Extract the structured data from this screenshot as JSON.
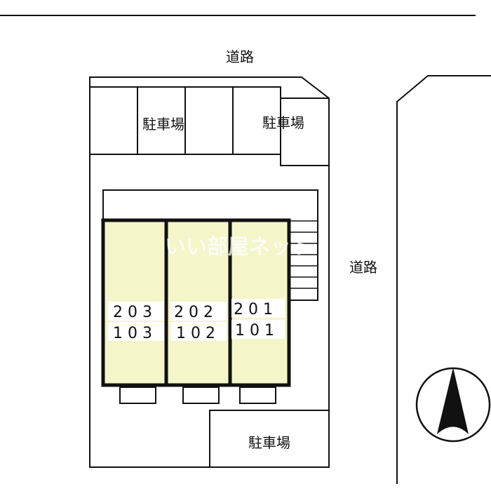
{
  "road_top_label": "道路",
  "road_right_label": "道路",
  "parking_labels": [
    "駐車場",
    "駐車場",
    "駐車場"
  ],
  "units": [
    {
      "upper": "203",
      "lower": "103"
    },
    {
      "upper": "202",
      "lower": "102"
    },
    {
      "upper": "201",
      "lower": "101"
    }
  ],
  "watermark": "いい部屋ネット",
  "colors": {
    "unit_fill": "#f4f5c9",
    "line": "#111111"
  },
  "compass": "north-arrow"
}
